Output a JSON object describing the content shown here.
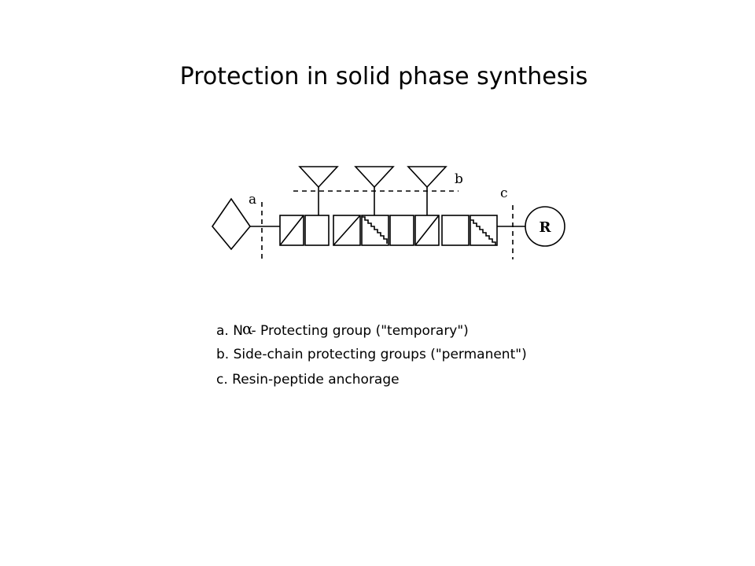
{
  "title": "Protection in solid phase synthesis",
  "diagram": {
    "label_a": "a",
    "label_b": "b",
    "label_c": "c",
    "resin_label": "R"
  },
  "legend": {
    "a_prefix": "a. N",
    "a_alpha": "α",
    "a_rest": "- Protecting group (\"temporary\")",
    "b": "b. Side-chain protecting groups (\"permanent\")",
    "c": "c. Resin-peptide anchorage"
  }
}
